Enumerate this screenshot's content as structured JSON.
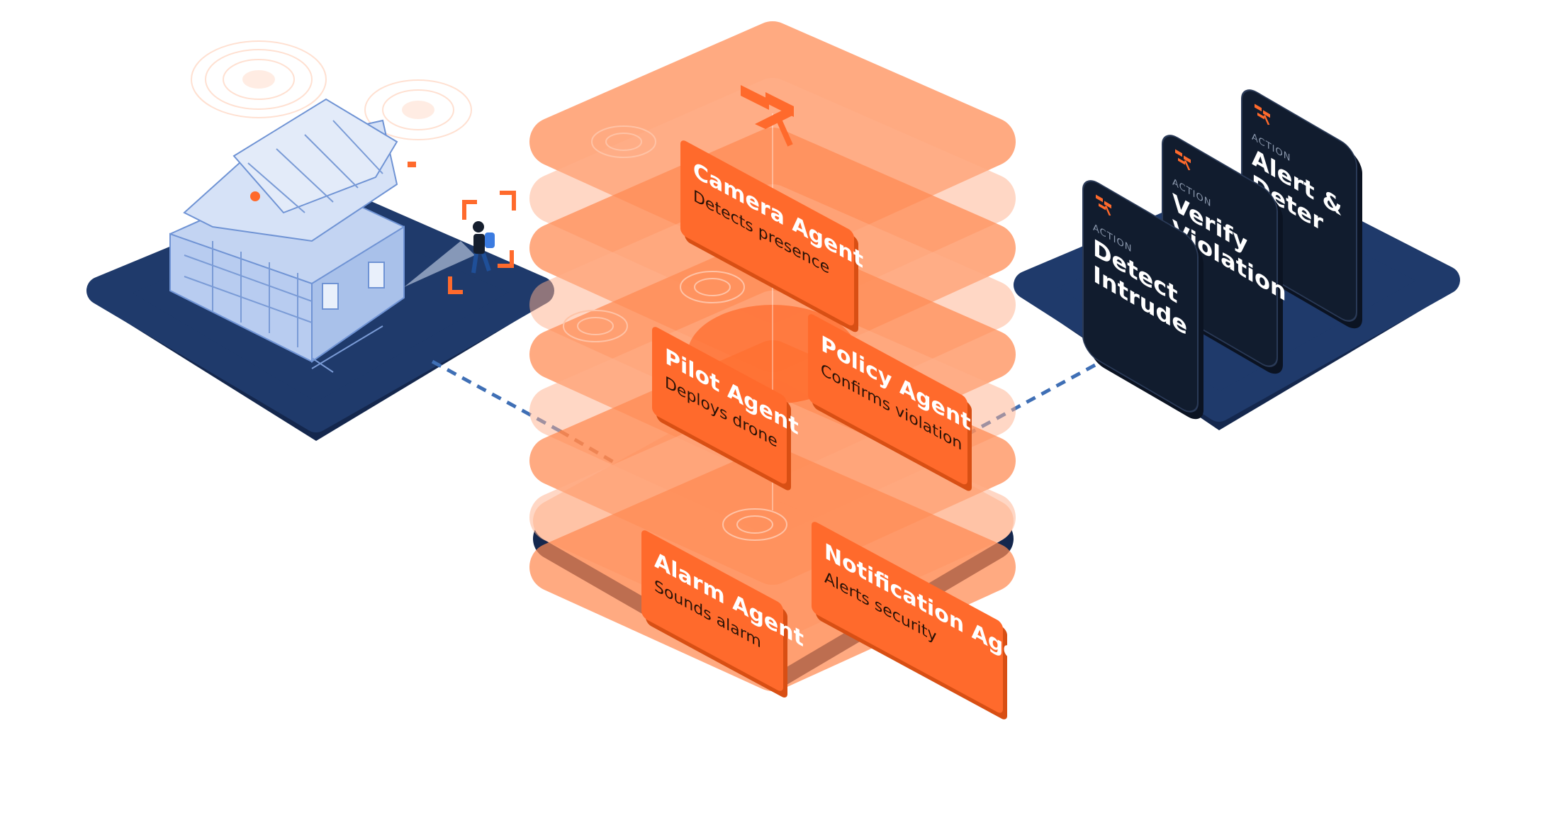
{
  "colors": {
    "navy_top": "#1f3a6b",
    "navy_side": "#14274d",
    "dark_card": "#111c2e",
    "orange": "#ff6a2c",
    "orange_layer": "#ff8a52",
    "peach": "#ffd6c2",
    "house_blue": "#9ab7e8",
    "dash_blue": "#3f6fb5",
    "dash_brown": "#8a3d22",
    "label_action": "#8b98ad"
  },
  "agents": [
    {
      "title": "Camera Agent",
      "subtitle": "Detects presence"
    },
    {
      "title": "Policy Agent",
      "subtitle": "Confirms violation"
    },
    {
      "title": "Pilot Agent",
      "subtitle": "Deploys drone"
    },
    {
      "title": "Alarm Agent",
      "subtitle": "Sounds alarm"
    },
    {
      "title": "Notification Agent",
      "subtitle": "Alerts security"
    }
  ],
  "actions": [
    {
      "tag": "ACTION",
      "line1": "Alert &",
      "line2": "Deter",
      "icon": "logo-icon"
    },
    {
      "tag": "ACTION",
      "line1": "Verify",
      "line2": "Violation",
      "icon": "logo-icon"
    },
    {
      "tag": "ACTION",
      "line1": "Detect",
      "line2": "Intrude",
      "icon": "logo-icon"
    }
  ]
}
